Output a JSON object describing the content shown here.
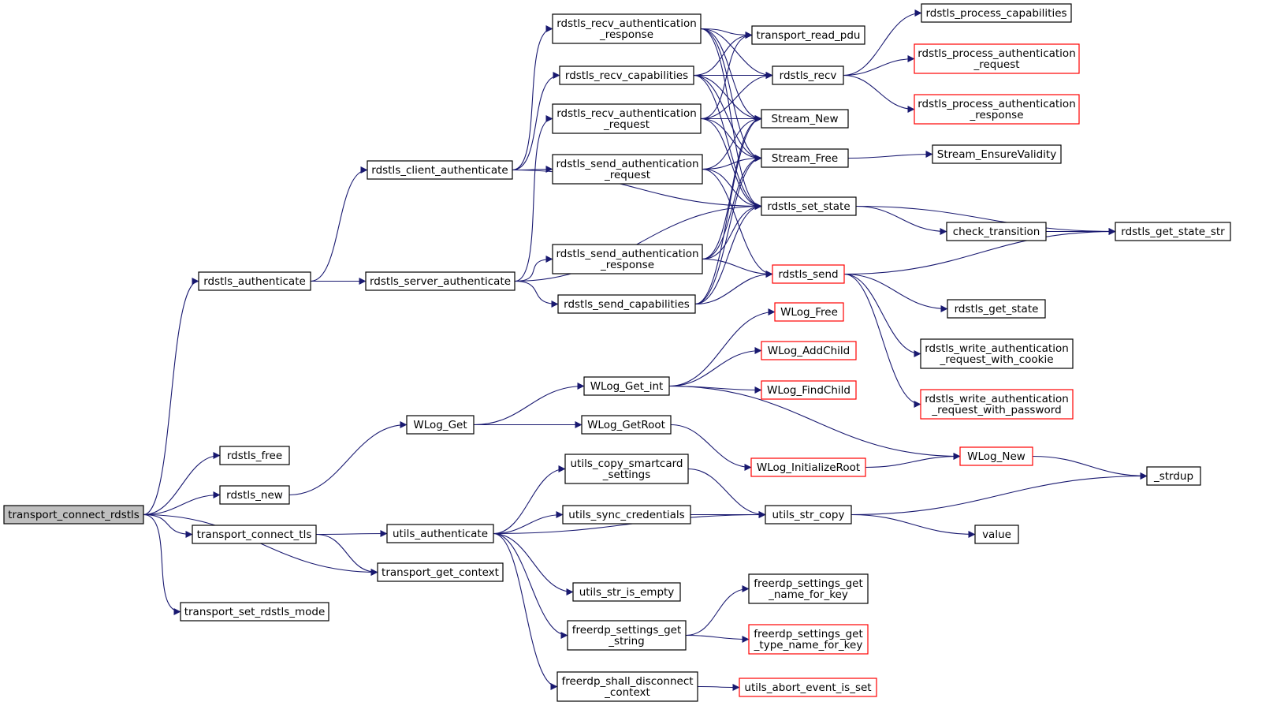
{
  "colors": {
    "edge": "#191970",
    "node_border": "#000000",
    "node_link_border": "#ff0000",
    "root_fill": "#bfbfbf",
    "node_fill": "#ffffff"
  },
  "nodes": [
    {
      "id": "transport_connect_rdstls",
      "lines": [
        "transport_connect_rdstls"
      ],
      "style": "root"
    },
    {
      "id": "rdstls_authenticate",
      "lines": [
        "rdstls_authenticate"
      ],
      "style": "normal"
    },
    {
      "id": "rdstls_free",
      "lines": [
        "rdstls_free"
      ],
      "style": "normal"
    },
    {
      "id": "rdstls_new",
      "lines": [
        "rdstls_new"
      ],
      "style": "normal"
    },
    {
      "id": "transport_connect_tls",
      "lines": [
        "transport_connect_tls"
      ],
      "style": "normal"
    },
    {
      "id": "transport_get_context",
      "lines": [
        "transport_get_context"
      ],
      "style": "normal"
    },
    {
      "id": "transport_set_rdstls_mode",
      "lines": [
        "transport_set_rdstls_mode"
      ],
      "style": "normal"
    },
    {
      "id": "rdstls_client_authenticate",
      "lines": [
        "rdstls_client_authenticate"
      ],
      "style": "normal"
    },
    {
      "id": "rdstls_server_authenticate",
      "lines": [
        "rdstls_server_authenticate"
      ],
      "style": "normal"
    },
    {
      "id": "WLog_Get",
      "lines": [
        "WLog_Get"
      ],
      "style": "normal"
    },
    {
      "id": "utils_authenticate",
      "lines": [
        "utils_authenticate"
      ],
      "style": "normal"
    },
    {
      "id": "rdstls_recv_authentication_response",
      "lines": [
        "rdstls_recv_authentication",
        "_response"
      ],
      "style": "normal"
    },
    {
      "id": "rdstls_recv_capabilities",
      "lines": [
        "rdstls_recv_capabilities"
      ],
      "style": "normal"
    },
    {
      "id": "rdstls_recv_authentication_request",
      "lines": [
        "rdstls_recv_authentication",
        "_request"
      ],
      "style": "normal"
    },
    {
      "id": "rdstls_send_authentication_request",
      "lines": [
        "rdstls_send_authentication",
        "_request"
      ],
      "style": "normal"
    },
    {
      "id": "rdstls_send_authentication_response",
      "lines": [
        "rdstls_send_authentication",
        "_response"
      ],
      "style": "normal"
    },
    {
      "id": "rdstls_send_capabilities",
      "lines": [
        "rdstls_send_capabilities"
      ],
      "style": "normal"
    },
    {
      "id": "WLog_Get_int",
      "lines": [
        "WLog_Get_int"
      ],
      "style": "normal"
    },
    {
      "id": "WLog_GetRoot",
      "lines": [
        "WLog_GetRoot"
      ],
      "style": "normal"
    },
    {
      "id": "utils_copy_smartcard_settings",
      "lines": [
        "utils_copy_smartcard",
        "_settings"
      ],
      "style": "normal"
    },
    {
      "id": "utils_sync_credentials",
      "lines": [
        "utils_sync_credentials"
      ],
      "style": "normal"
    },
    {
      "id": "utils_str_is_empty",
      "lines": [
        "utils_str_is_empty"
      ],
      "style": "normal"
    },
    {
      "id": "freerdp_settings_get_string",
      "lines": [
        "freerdp_settings_get",
        "_string"
      ],
      "style": "normal"
    },
    {
      "id": "freerdp_shall_disconnect_context",
      "lines": [
        "freerdp_shall_disconnect",
        "_context"
      ],
      "style": "normal"
    },
    {
      "id": "transport_read_pdu",
      "lines": [
        "transport_read_pdu"
      ],
      "style": "normal"
    },
    {
      "id": "rdstls_recv",
      "lines": [
        "rdstls_recv"
      ],
      "style": "normal"
    },
    {
      "id": "Stream_New",
      "lines": [
        "Stream_New"
      ],
      "style": "normal"
    },
    {
      "id": "Stream_Free",
      "lines": [
        "Stream_Free"
      ],
      "style": "normal"
    },
    {
      "id": "rdstls_set_state",
      "lines": [
        "rdstls_set_state"
      ],
      "style": "normal"
    },
    {
      "id": "rdstls_send",
      "lines": [
        "rdstls_send"
      ],
      "style": "link"
    },
    {
      "id": "WLog_Free",
      "lines": [
        "WLog_Free"
      ],
      "style": "link"
    },
    {
      "id": "WLog_AddChild",
      "lines": [
        "WLog_AddChild"
      ],
      "style": "link"
    },
    {
      "id": "WLog_FindChild",
      "lines": [
        "WLog_FindChild"
      ],
      "style": "link"
    },
    {
      "id": "WLog_InitializeRoot",
      "lines": [
        "WLog_InitializeRoot"
      ],
      "style": "link"
    },
    {
      "id": "utils_str_copy",
      "lines": [
        "utils_str_copy"
      ],
      "style": "normal"
    },
    {
      "id": "freerdp_settings_get_name_for_key",
      "lines": [
        "freerdp_settings_get",
        "_name_for_key"
      ],
      "style": "normal"
    },
    {
      "id": "freerdp_settings_get_type_name_for_key",
      "lines": [
        "freerdp_settings_get",
        "_type_name_for_key"
      ],
      "style": "link"
    },
    {
      "id": "utils_abort_event_is_set",
      "lines": [
        "utils_abort_event_is_set"
      ],
      "style": "link"
    },
    {
      "id": "rdstls_process_capabilities",
      "lines": [
        "rdstls_process_capabilities"
      ],
      "style": "normal"
    },
    {
      "id": "rdstls_process_authentication_request",
      "lines": [
        "rdstls_process_authentication",
        "_request"
      ],
      "style": "link"
    },
    {
      "id": "rdstls_process_authentication_response",
      "lines": [
        "rdstls_process_authentication",
        "_response"
      ],
      "style": "link"
    },
    {
      "id": "Stream_EnsureValidity",
      "lines": [
        "Stream_EnsureValidity"
      ],
      "style": "normal"
    },
    {
      "id": "check_transition",
      "lines": [
        "check_transition"
      ],
      "style": "normal"
    },
    {
      "id": "rdstls_get_state",
      "lines": [
        "rdstls_get_state"
      ],
      "style": "normal"
    },
    {
      "id": "rdstls_write_authentication_request_with_cookie",
      "lines": [
        "rdstls_write_authentication",
        "_request_with_cookie"
      ],
      "style": "normal"
    },
    {
      "id": "rdstls_write_authentication_request_with_password",
      "lines": [
        "rdstls_write_authentication",
        "_request_with_password"
      ],
      "style": "link"
    },
    {
      "id": "WLog_New",
      "lines": [
        "WLog_New"
      ],
      "style": "link"
    },
    {
      "id": "rdstls_get_state_str",
      "lines": [
        "rdstls_get_state_str"
      ],
      "style": "normal"
    },
    {
      "id": "_strdup",
      "lines": [
        "_strdup"
      ],
      "style": "normal"
    },
    {
      "id": "value",
      "lines": [
        "value"
      ],
      "style": "normal"
    }
  ],
  "edges": [
    [
      "transport_connect_rdstls",
      "rdstls_authenticate"
    ],
    [
      "transport_connect_rdstls",
      "rdstls_free"
    ],
    [
      "transport_connect_rdstls",
      "rdstls_new"
    ],
    [
      "transport_connect_rdstls",
      "transport_connect_tls"
    ],
    [
      "transport_connect_rdstls",
      "transport_get_context"
    ],
    [
      "transport_connect_rdstls",
      "transport_set_rdstls_mode"
    ],
    [
      "rdstls_authenticate",
      "rdstls_client_authenticate"
    ],
    [
      "rdstls_authenticate",
      "rdstls_server_authenticate"
    ],
    [
      "rdstls_new",
      "WLog_Get"
    ],
    [
      "transport_connect_tls",
      "utils_authenticate"
    ],
    [
      "transport_connect_tls",
      "transport_get_context"
    ],
    [
      "rdstls_client_authenticate",
      "rdstls_recv_authentication_response"
    ],
    [
      "rdstls_client_authenticate",
      "rdstls_recv_capabilities"
    ],
    [
      "rdstls_client_authenticate",
      "rdstls_send_authentication_request"
    ],
    [
      "rdstls_client_authenticate",
      "rdstls_set_state"
    ],
    [
      "rdstls_server_authenticate",
      "rdstls_recv_authentication_request"
    ],
    [
      "rdstls_server_authenticate",
      "rdstls_send_authentication_response"
    ],
    [
      "rdstls_server_authenticate",
      "rdstls_send_capabilities"
    ],
    [
      "rdstls_server_authenticate",
      "rdstls_set_state"
    ],
    [
      "WLog_Get",
      "WLog_Get_int"
    ],
    [
      "WLog_Get",
      "WLog_GetRoot"
    ],
    [
      "utils_authenticate",
      "utils_copy_smartcard_settings"
    ],
    [
      "utils_authenticate",
      "utils_sync_credentials"
    ],
    [
      "utils_authenticate",
      "utils_str_copy"
    ],
    [
      "utils_authenticate",
      "utils_str_is_empty"
    ],
    [
      "utils_authenticate",
      "freerdp_settings_get_string"
    ],
    [
      "utils_authenticate",
      "freerdp_shall_disconnect_context"
    ],
    [
      "rdstls_recv_authentication_response",
      "transport_read_pdu"
    ],
    [
      "rdstls_recv_authentication_response",
      "rdstls_recv"
    ],
    [
      "rdstls_recv_authentication_response",
      "Stream_New"
    ],
    [
      "rdstls_recv_authentication_response",
      "Stream_Free"
    ],
    [
      "rdstls_recv_authentication_response",
      "rdstls_set_state"
    ],
    [
      "rdstls_recv_capabilities",
      "transport_read_pdu"
    ],
    [
      "rdstls_recv_capabilities",
      "rdstls_recv"
    ],
    [
      "rdstls_recv_capabilities",
      "Stream_New"
    ],
    [
      "rdstls_recv_capabilities",
      "Stream_Free"
    ],
    [
      "rdstls_recv_capabilities",
      "rdstls_set_state"
    ],
    [
      "rdstls_recv_authentication_request",
      "transport_read_pdu"
    ],
    [
      "rdstls_recv_authentication_request",
      "rdstls_recv"
    ],
    [
      "rdstls_recv_authentication_request",
      "Stream_New"
    ],
    [
      "rdstls_recv_authentication_request",
      "Stream_Free"
    ],
    [
      "rdstls_recv_authentication_request",
      "rdstls_set_state"
    ],
    [
      "rdstls_send_authentication_request",
      "Stream_New"
    ],
    [
      "rdstls_send_authentication_request",
      "Stream_Free"
    ],
    [
      "rdstls_send_authentication_request",
      "rdstls_set_state"
    ],
    [
      "rdstls_send_authentication_request",
      "rdstls_send"
    ],
    [
      "rdstls_send_authentication_response",
      "Stream_New"
    ],
    [
      "rdstls_send_authentication_response",
      "Stream_Free"
    ],
    [
      "rdstls_send_authentication_response",
      "rdstls_set_state"
    ],
    [
      "rdstls_send_authentication_response",
      "rdstls_send"
    ],
    [
      "rdstls_send_capabilities",
      "Stream_New"
    ],
    [
      "rdstls_send_capabilities",
      "Stream_Free"
    ],
    [
      "rdstls_send_capabilities",
      "rdstls_set_state"
    ],
    [
      "rdstls_send_capabilities",
      "rdstls_send"
    ],
    [
      "WLog_Get_int",
      "WLog_Free"
    ],
    [
      "WLog_Get_int",
      "WLog_AddChild"
    ],
    [
      "WLog_Get_int",
      "WLog_FindChild"
    ],
    [
      "WLog_Get_int",
      "WLog_New"
    ],
    [
      "WLog_GetRoot",
      "WLog_InitializeRoot"
    ],
    [
      "utils_copy_smartcard_settings",
      "utils_str_copy"
    ],
    [
      "utils_sync_credentials",
      "utils_str_copy"
    ],
    [
      "freerdp_settings_get_string",
      "freerdp_settings_get_name_for_key"
    ],
    [
      "freerdp_settings_get_string",
      "freerdp_settings_get_type_name_for_key"
    ],
    [
      "freerdp_shall_disconnect_context",
      "utils_abort_event_is_set"
    ],
    [
      "rdstls_recv",
      "rdstls_process_capabilities"
    ],
    [
      "rdstls_recv",
      "rdstls_process_authentication_request"
    ],
    [
      "rdstls_recv",
      "rdstls_process_authentication_response"
    ],
    [
      "Stream_Free",
      "Stream_EnsureValidity"
    ],
    [
      "rdstls_set_state",
      "check_transition"
    ],
    [
      "rdstls_set_state",
      "rdstls_get_state_str"
    ],
    [
      "rdstls_send",
      "rdstls_get_state"
    ],
    [
      "rdstls_send",
      "rdstls_write_authentication_request_with_cookie"
    ],
    [
      "rdstls_send",
      "rdstls_write_authentication_request_with_password"
    ],
    [
      "rdstls_send",
      "rdstls_get_state_str"
    ],
    [
      "WLog_InitializeRoot",
      "WLog_New"
    ],
    [
      "WLog_New",
      "_strdup"
    ],
    [
      "check_transition",
      "rdstls_get_state_str"
    ],
    [
      "utils_str_copy",
      "_strdup"
    ],
    [
      "utils_str_copy",
      "value"
    ]
  ]
}
